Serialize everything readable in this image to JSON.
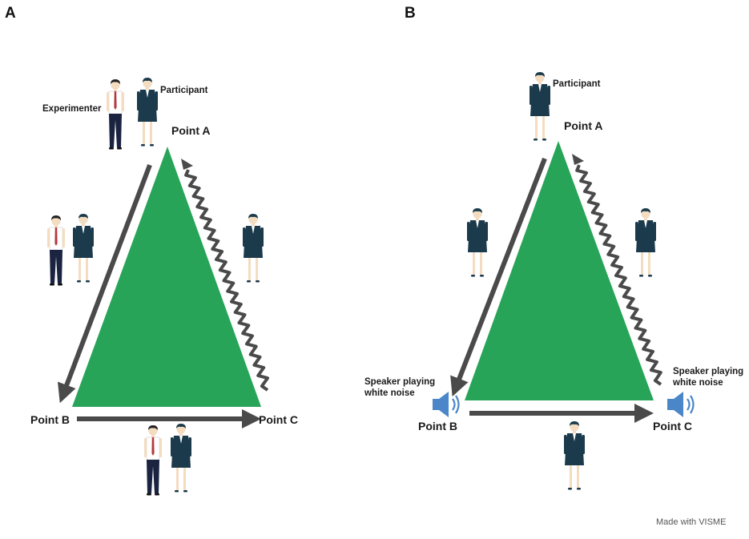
{
  "panels": [
    {
      "letter": "A",
      "point_a": "Point A",
      "point_b": "Point B",
      "point_c": "Point C",
      "experimenter_label": "Experimenter",
      "participant_label": "Participant"
    },
    {
      "letter": "B",
      "point_a": "Point A",
      "point_b": "Point B",
      "point_c": "Point C",
      "participant_label": "Participant",
      "speaker_left_line1": "Speaker playing",
      "speaker_left_line2": "white noise",
      "speaker_right_line1": "Speaker playing",
      "speaker_right_line2": "white noise"
    }
  ],
  "credit": "Made with VISME",
  "colors": {
    "triangle": "#27a458",
    "arrow": "#4a4a4a",
    "suit": "#1b3a4b",
    "skin": "#f4dcc0",
    "speaker": "#4a86c8"
  }
}
